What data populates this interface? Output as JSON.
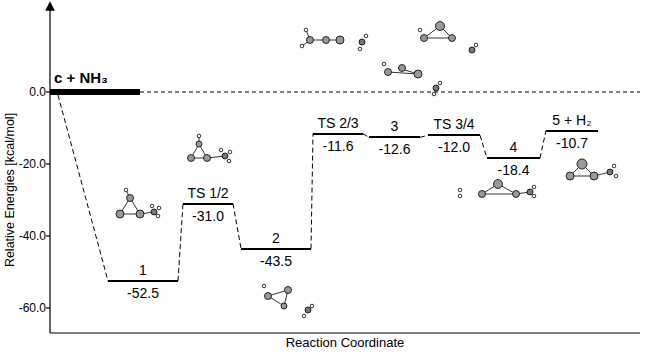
{
  "diagram": {
    "nodes": [
      {
        "text": [
          "c + NH₃"
        ]
      },
      {
        "text": [
          "1",
          "-52.5"
        ]
      },
      {
        "text": [
          "TS 1/2",
          "-31.0"
        ]
      },
      {
        "text": [
          "2",
          "-43.5"
        ]
      },
      {
        "text": [
          "TS 2/3",
          "-11.6"
        ]
      },
      {
        "text": [
          "3",
          "-12.6"
        ]
      },
      {
        "text": [
          "TS 3/4",
          "-12.0"
        ]
      },
      {
        "text": [
          "4",
          "-18.4"
        ]
      },
      {
        "text": [
          "5 + H₂",
          "-10.7"
        ]
      }
    ],
    "edges": [
      {
        "from": 0,
        "to": 1,
        "arrow": "none"
      },
      {
        "from": 1,
        "to": 2,
        "arrow": "none"
      },
      {
        "from": 2,
        "to": 3,
        "arrow": "none"
      },
      {
        "from": 3,
        "to": 4,
        "arrow": "none"
      },
      {
        "from": 4,
        "to": 5,
        "arrow": "none"
      },
      {
        "from": 5,
        "to": 6,
        "arrow": "none"
      },
      {
        "from": 6,
        "to": 7,
        "arrow": "none"
      },
      {
        "from": 7,
        "to": 8,
        "arrow": "none"
      }
    ],
    "labels": [
      "0.0",
      "-20.0",
      "-40.0",
      "-60.0",
      "Relative Energies [kcal/mol]",
      "Reaction Coordinate"
    ]
  }
}
